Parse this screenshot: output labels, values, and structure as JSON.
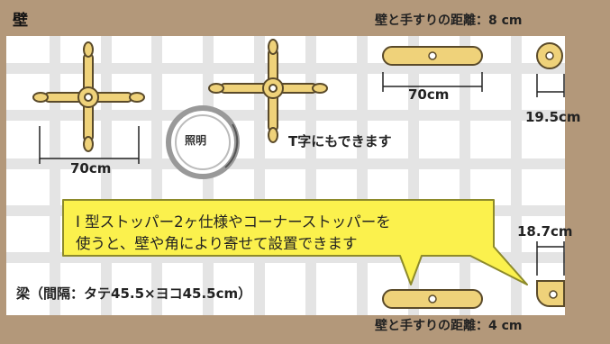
{
  "wall_label": "壁",
  "wall_distance_top": "壁と手すりの距離：8 cm",
  "wall_distance_bottom": "壁と手すりの距離：4 cm",
  "measure_cross": "70cm",
  "measure_bar": "70cm",
  "measure_round_stopper": "19.5cm",
  "measure_corner_stopper": "18.7cm",
  "t_shape_note": "T字にもできます",
  "light_label": "照明",
  "callout_line1": "I 型ストッパー2ヶ仕様やコーナーストッパーを",
  "callout_line2": "使うと、壁や角により寄せて設置できます",
  "beam_label": "梁（間隔：タテ45.5×ヨコ45.5cm）",
  "colors": {
    "wall": "#b3987a",
    "grid": "#e6e6e6",
    "stopper_fill": "#efd27a",
    "stopper_stroke": "#5a4a2a",
    "callout_fill": "#fbf14d",
    "callout_stroke": "#8d8a2b"
  }
}
